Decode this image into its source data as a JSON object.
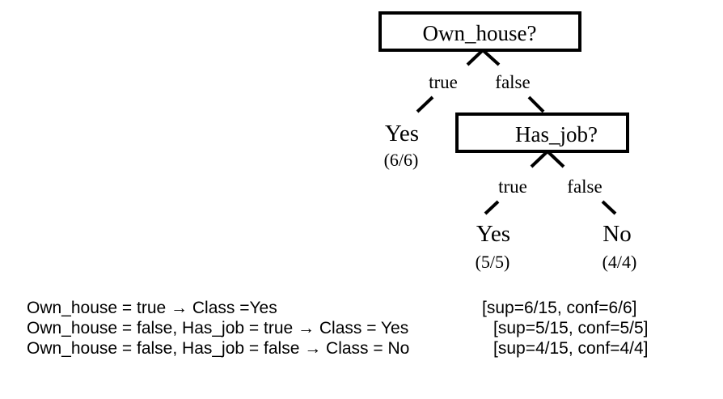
{
  "tree": {
    "root": {
      "label": "Own_house?"
    },
    "root_true_label": "true",
    "root_false_label": "false",
    "leaf1": {
      "class": "Yes",
      "count": "(6/6)"
    },
    "internal": {
      "label": "Has_job?"
    },
    "internal_true_label": "true",
    "internal_false_label": "false",
    "leaf2": {
      "class": "Yes",
      "count": "(5/5)"
    },
    "leaf3": {
      "class": "No",
      "count": "(4/4)"
    }
  },
  "rules": [
    {
      "condition": "Own_house = true → Class =Yes",
      "stats": "[sup=6/15, conf=6/6]"
    },
    {
      "condition": "Own_house = false, Has_job = true → Class = Yes",
      "stats": "[sup=5/15, conf=5/5]"
    },
    {
      "condition": "Own_house = false, Has_job = false → Class = No",
      "stats": "[sup=4/15, conf=4/4]"
    }
  ]
}
